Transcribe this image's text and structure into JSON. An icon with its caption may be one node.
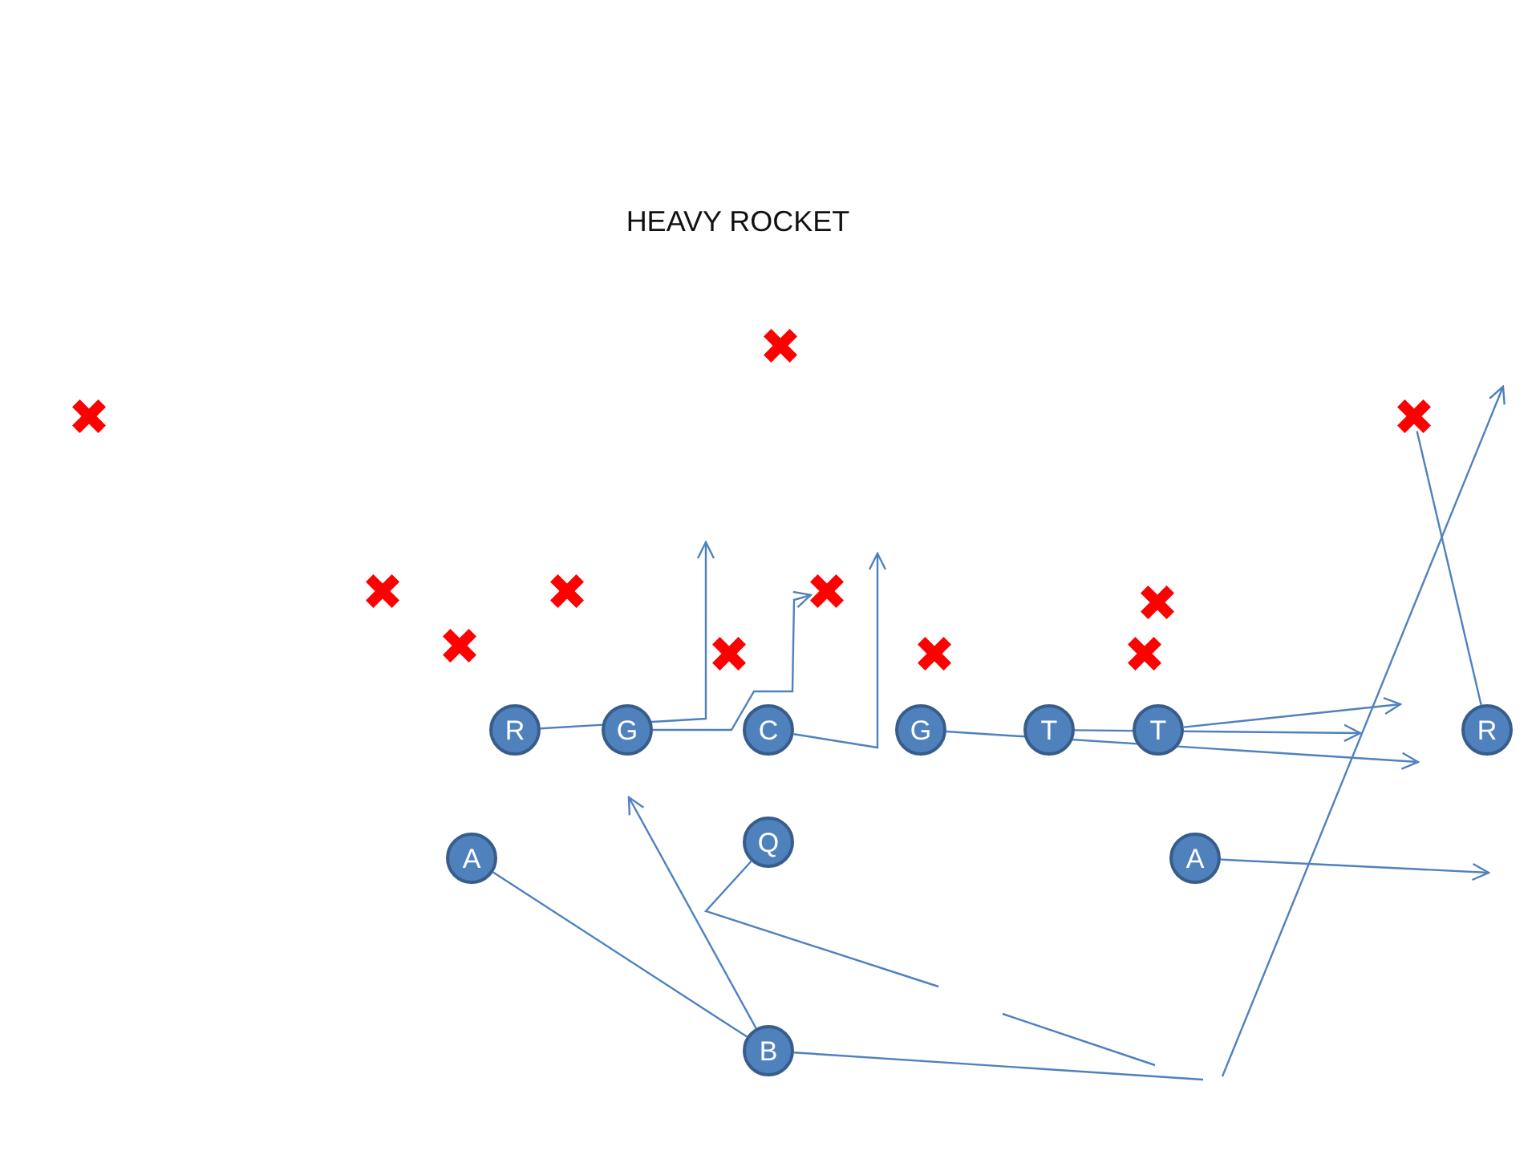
{
  "diagram": {
    "title": "HEAVY ROCKET",
    "nodes": [
      {
        "text": [],
        "shape": "cross"
      },
      {
        "text": [],
        "shape": "cross"
      },
      {
        "text": [],
        "shape": "cross"
      },
      {
        "text": [],
        "shape": "cross"
      },
      {
        "text": [],
        "shape": "cross"
      },
      {
        "text": [],
        "shape": "cross"
      },
      {
        "text": [],
        "shape": "cross"
      },
      {
        "text": [],
        "shape": "cross"
      },
      {
        "text": [],
        "shape": "cross"
      },
      {
        "text": [],
        "shape": "cross"
      },
      {
        "text": [],
        "shape": "cross"
      },
      {
        "text": [
          "R"
        ]
      },
      {
        "text": [
          "G"
        ]
      },
      {
        "text": [
          "C"
        ]
      },
      {
        "text": [
          "G"
        ]
      },
      {
        "text": [
          "T"
        ]
      },
      {
        "text": [
          "T"
        ]
      },
      {
        "text": [
          "R"
        ]
      },
      {
        "text": [
          "Q"
        ]
      },
      {
        "text": [
          "A"
        ]
      },
      {
        "text": [
          "A"
        ]
      },
      {
        "text": [
          "B"
        ]
      }
    ],
    "edges": [
      {
        "from": 11,
        "to": null,
        "arrow": "to"
      },
      {
        "from": 12,
        "to": 5,
        "arrow": "to"
      },
      {
        "from": 13,
        "to": null,
        "arrow": "to"
      },
      {
        "from": 14,
        "to": null,
        "arrow": "to"
      },
      {
        "from": 15,
        "to": null,
        "arrow": "to"
      },
      {
        "from": 16,
        "to": null,
        "arrow": "to"
      },
      {
        "from": 17,
        "to": 2,
        "arrow": "none"
      },
      {
        "from": 20,
        "to": null,
        "arrow": "to"
      },
      {
        "from": 19,
        "to": 21,
        "arrow": "none"
      },
      {
        "from": 21,
        "to": null,
        "arrow": "to"
      },
      {
        "from": 18,
        "to": null,
        "arrow": "none"
      },
      {
        "from": 21,
        "to": null,
        "arrow": "to"
      }
    ]
  }
}
